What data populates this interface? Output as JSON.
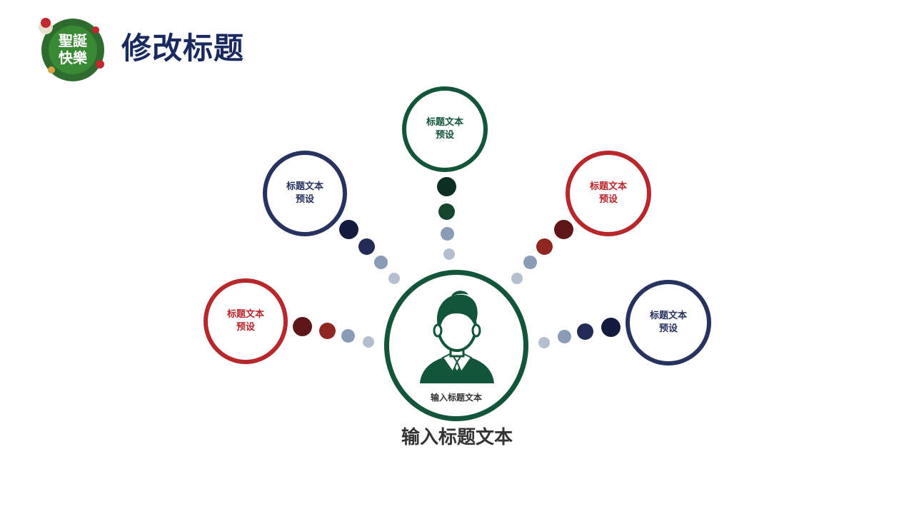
{
  "header": {
    "title": "修改标题",
    "logo_text": "聖誕快樂"
  },
  "diagram": {
    "center": {
      "inner_label": "输入标题文本",
      "caption": "输入标题文本",
      "color": "#13553a",
      "icon": "person-icon"
    },
    "nodes": [
      {
        "id": "left",
        "label": "标题文本\n预设",
        "color": "#b8272c"
      },
      {
        "id": "upper-left",
        "label": "标题文本\n预设",
        "color": "#27325e"
      },
      {
        "id": "top",
        "label": "标题文本\n预设",
        "color": "#13553a"
      },
      {
        "id": "upper-right",
        "label": "标题文本\n预设",
        "color": "#b8272c"
      },
      {
        "id": "right",
        "label": "标题文本\n预设",
        "color": "#27325e"
      }
    ]
  }
}
